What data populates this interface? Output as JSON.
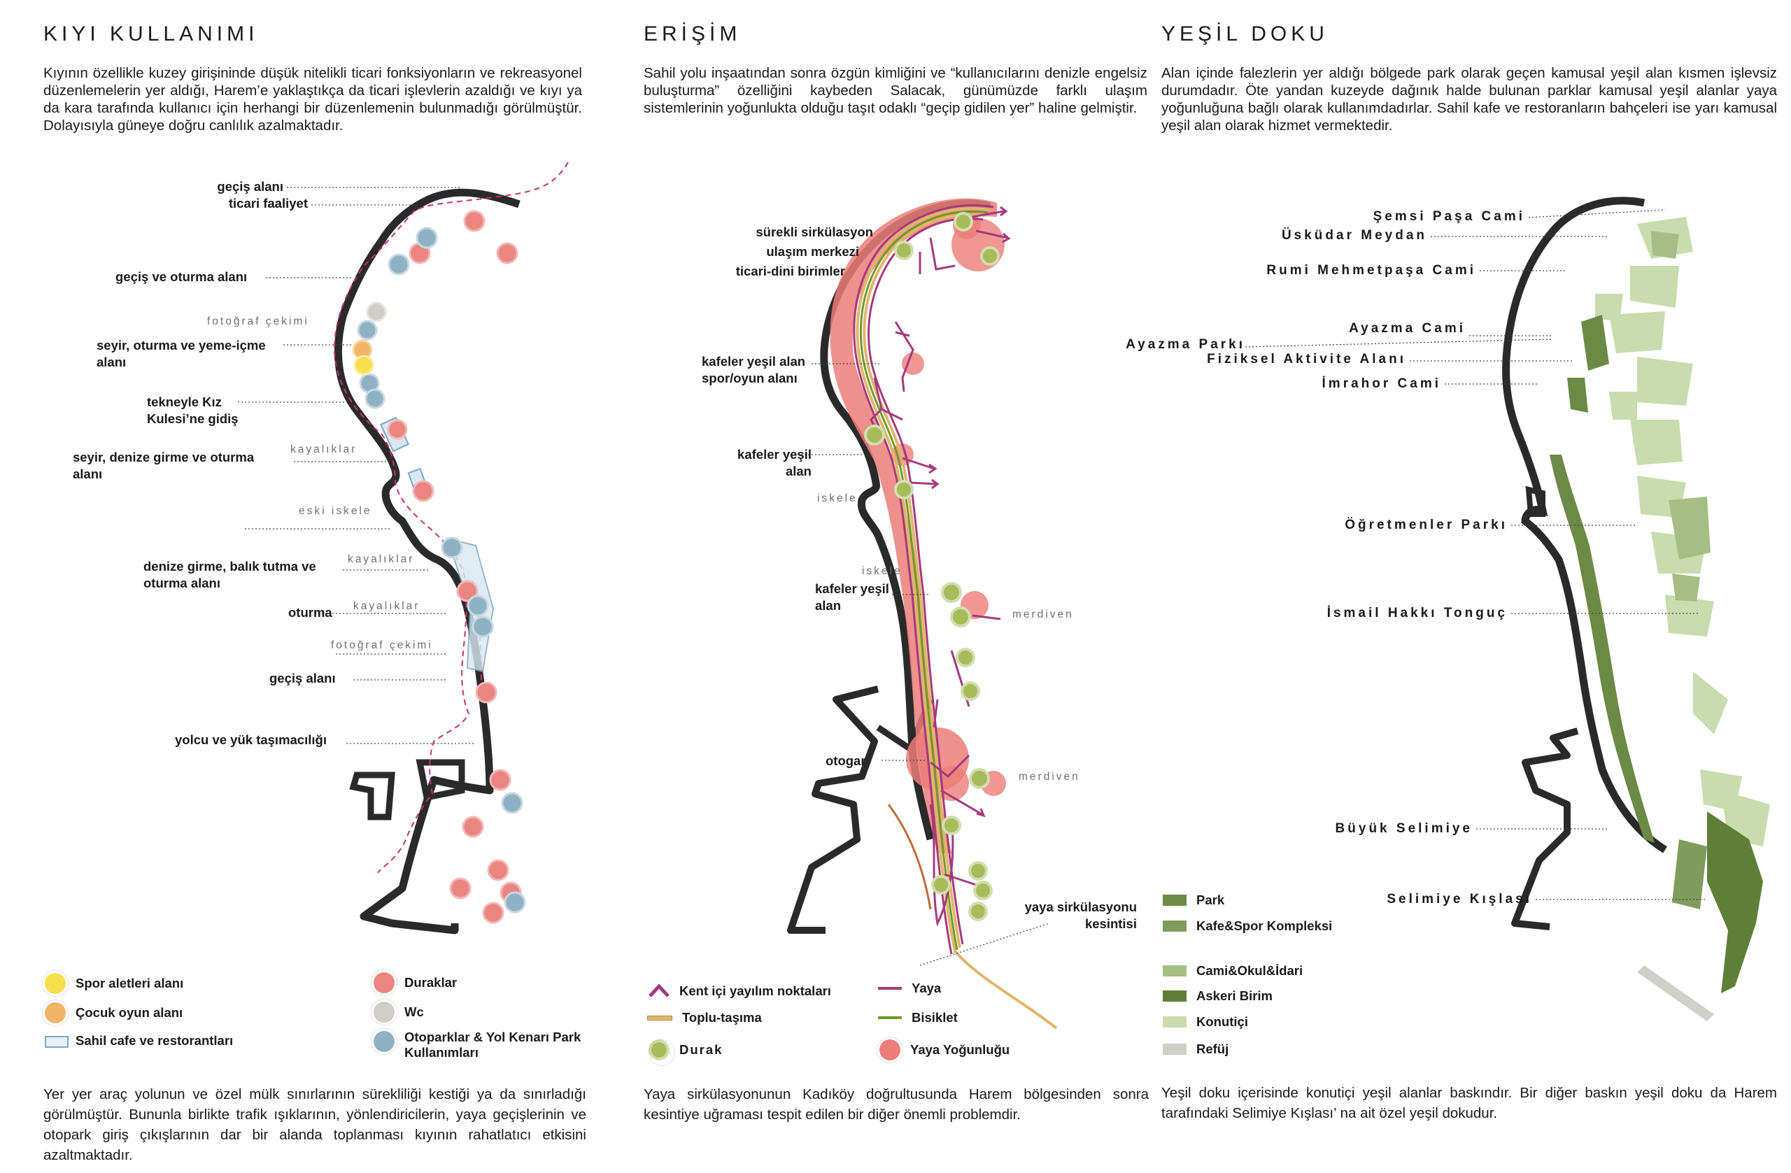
{
  "panel1": {
    "title": "KIYI KULLANIMI",
    "intro": "Kıyının özellikle kuzey girişininde düşük nitelikli ticari fonksiyonların ve rekreasyonel düzenlemelerin yer aldığı, Harem’e yaklaştıkça da ticari işlevlerin azaldığı ve kıyı ya da kara tarafında kullanıcı için herhangi bir düzenlemenin bulunmadığı görülmüştür. Dolayısıyla güneye doğru canlılık azalmaktadır.",
    "labels": {
      "gecis1": "geçiş alanı",
      "ticari": "ticari faaliyet",
      "gecis_oturma": "geçiş ve oturma alanı",
      "foto1": "fotoğraf çekimi",
      "seyir_yeme": "seyir, oturma ve yeme-içme alanı",
      "tekne": "tekneyle Kız Kulesi’ne gidiş",
      "kaya1": "kayalıklar",
      "seyir_deniz": "seyir, denize girme ve oturma alanı",
      "eski_iskele": "eski iskele",
      "kaya2": "kayalıklar",
      "denize_girme": "denize girme, balık tutma ve oturma alanı",
      "kaya3": "kayalıklar",
      "oturma": "oturma",
      "foto2": "fotoğraf çekimi",
      "gecis2": "geçiş alanı",
      "yolcu": "yolcu ve yük taşımacılığı"
    },
    "legend": [
      {
        "label": "Spor aletleri alanı",
        "color": "#f6df4c"
      },
      {
        "label": "Çocuk oyun alanı",
        "color": "#f0b567"
      },
      {
        "label": "Sahil cafe ve restorantları",
        "color": "#7fa6c6"
      },
      {
        "label": "Duraklar",
        "color": "#ea8582"
      },
      {
        "label": "Wc",
        "color": "#cfcfc8"
      },
      {
        "label": "Otoparklar & Yol Kenarı Park Kullanımları",
        "color": "#8fb1c4"
      }
    ],
    "outro": "Yer yer araç yolunun ve özel mülk sınırlarının sürekliliği kestiği ya da sınırladığı görülmüştür. Bununla birlikte trafik ışıklarının, yönlendiricilerin, yaya geçişlerinin ve otopark giriş çıkışlarının dar bir alanda toplanması kıyının rahatlatıcı etkisini azaltmaktadır."
  },
  "panel2": {
    "title": "ERİŞİM",
    "intro": "Sahil yolu inşaatından sonra özgün kimliğini ve “kullanıcılarını denizle engelsiz buluşturma” özelliğini kaybeden Salacak, günümüzde farklı ulaşım sistemlerinin yoğunlukta olduğu taşıt odaklı “geçip gidilen yer” haline gelmiştir.",
    "labels": {
      "surekli": "sürekli sirkülasyon",
      "ulasim": "ulaşım merkezi",
      "ticari_dini": "ticari-dini birimler",
      "kafeler1": "kafeler yeşil alan spor/oyun alanı",
      "kafeler2": "kafeler yeşil alan",
      "iskele1": "iskele",
      "iskele2": "iskele",
      "kafeler3": "kafeler yeşil alan",
      "merdiven1": "merdiven",
      "otogar": "otogar",
      "merdiven2": "merdiven",
      "kesinti": "yaya sirkülasyonu kesintisi"
    },
    "legend": [
      {
        "label": "Kent içi yayılım noktaları",
        "color": "#a43a7e"
      },
      {
        "label": "Yaya",
        "color": "#a43a7e"
      },
      {
        "label": "Toplu-taşıma",
        "color": "#e0b66a"
      },
      {
        "label": "Bisiklet",
        "color": "#6e9a2c"
      },
      {
        "label": "Durak",
        "color": "#a8bb5a"
      },
      {
        "label": "Yaya Yoğunluğu",
        "color": "#ec7d78"
      }
    ],
    "outro": "Yaya sirkülasyonunun Kadıköy doğrultusunda Harem bölgesinden sonra kesintiye uğraması tespit edilen bir diğer önemli problemdir."
  },
  "panel3": {
    "title": "YEŞİL DOKU",
    "intro": "Alan içinde falezlerin yer aldığı bölgede park olarak geçen kamusal yeşil alan kısmen işlevsiz durumdadır. Öte yandan kuzeyde dağınık halde bulunan parklar kamusal yeşil alanlar yaya yoğunluğuna bağlı olarak kullanımdadırlar. Sahil kafe ve restoranların bahçeleri ise yarı kamusal yeşil alan olarak hizmet vermektedir.",
    "labels": {
      "semsi": "Şemsi Paşa Cami",
      "uskudar": "Üsküdar Meydan",
      "rumi": "Rumi Mehmetpaşa Cami",
      "ayazma_cami": "Ayazma Cami",
      "ayazma_parki": "Ayazma Parkı",
      "fiziksel": "Fiziksel Aktivite Alanı",
      "imrahor": "İmrahor Cami",
      "ogretmenler": "Öğretmenler Parkı",
      "ismail": "İsmail Hakkı Tonguç",
      "buyuk": "Büyük Selimiye",
      "kislasi": "Selimiye Kışlası"
    },
    "legend": [
      {
        "label": "Park",
        "color": "#6b8a45"
      },
      {
        "label": "Kafe&Spor Kompleksi",
        "color": "#7f9c5c"
      },
      {
        "label": "Cami&Okul&İdari",
        "color": "#a6be83"
      },
      {
        "label": "Askeri Birim",
        "color": "#5f7f38"
      },
      {
        "label": "Konutiçi",
        "color": "#c8dcae"
      },
      {
        "label": "Refüj",
        "color": "#cfd1c9"
      }
    ],
    "outro": "Yeşil doku içerisinde konutiçi yeşil alanlar baskındır. Bir diğer baskın yeşil doku da Harem tarafındaki Selimiye Kışlası’ na ait özel yeşil dokudur."
  }
}
